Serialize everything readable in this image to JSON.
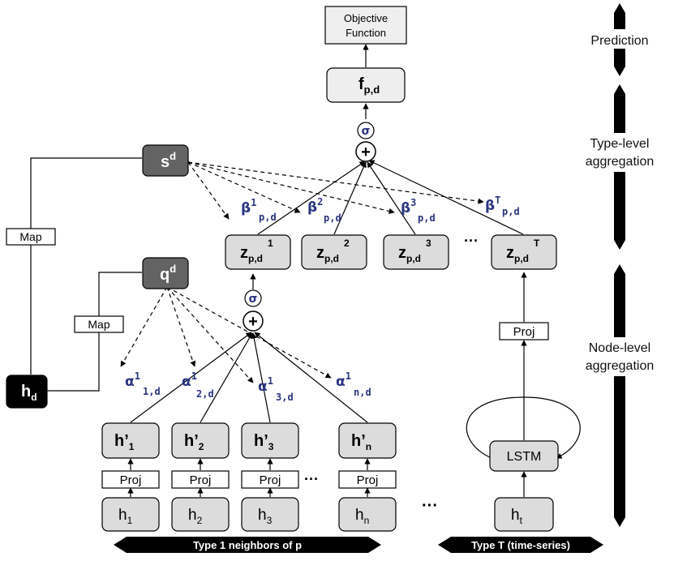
{
  "top": {
    "objective_line1": "Objective",
    "objective_line2": "Function",
    "f_main": "f",
    "f_sub": "p,d",
    "sigma": "σ",
    "plus": "+"
  },
  "type_level": {
    "s_main": "s",
    "s_sup": "d",
    "map": "Map",
    "z": [
      {
        "main": "z",
        "sub": "p,d",
        "sup": "1"
      },
      {
        "main": "z",
        "sub": "p,d",
        "sup": "2"
      },
      {
        "main": "z",
        "sub": "p,d",
        "sup": "3"
      },
      {
        "main": "z",
        "sub": "p,d",
        "sup": "T"
      }
    ],
    "z_ellipsis": "···",
    "beta": [
      {
        "sym": "β",
        "sup": "1",
        "sub": "p,d"
      },
      {
        "sym": "β",
        "sup": "2",
        "sub": "p,d"
      },
      {
        "sym": "β",
        "sup": "3",
        "sub": "p,d"
      },
      {
        "sym": "β",
        "sup": "T",
        "sub": "p,d"
      }
    ]
  },
  "node_level": {
    "q_main": "q",
    "q_sup": "d",
    "map": "Map",
    "hd_main": "h",
    "hd_sub": "d",
    "sigma": "σ",
    "plus": "+",
    "hprime": [
      {
        "main": "h’",
        "sub": "1"
      },
      {
        "main": "h’",
        "sub": "2"
      },
      {
        "main": "h’",
        "sub": "3"
      },
      {
        "main": "h’",
        "sub": "n"
      }
    ],
    "proj": "Proj",
    "h": [
      {
        "main": "h",
        "sub": "1"
      },
      {
        "main": "h",
        "sub": "2"
      },
      {
        "main": "h",
        "sub": "3"
      },
      {
        "main": "h",
        "sub": "n"
      }
    ],
    "alpha": [
      {
        "sym": "α",
        "sup": "1",
        "sub": "1,d"
      },
      {
        "sym": "α",
        "sup": "1",
        "sub": "2,d"
      },
      {
        "sym": "α",
        "sup": "1",
        "sub": "3,d"
      },
      {
        "sym": "α",
        "sup": "1",
        "sub": "n,d"
      }
    ],
    "ellipsis": "···",
    "mid_ellipsis": "···"
  },
  "time_series": {
    "proj": "Proj",
    "lstm": "LSTM",
    "ht_main": "h",
    "ht_sub": "t"
  },
  "stages": {
    "prediction": "Prediction",
    "type_level_1": "Type-level",
    "type_level_2": "aggregation",
    "node_level_1": "Node-level",
    "node_level_2": "aggregation"
  },
  "bottom": {
    "type1": "Type 1 neighbors of p",
    "typeT": "Type T (time-series)"
  }
}
